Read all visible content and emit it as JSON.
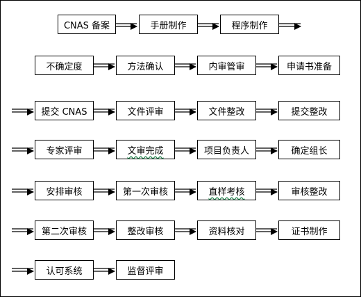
{
  "steps": [
    "CNAS 备案",
    "手册制作",
    "程序制作",
    "不确定度",
    "方法确认",
    "内审管审",
    "申请书准备",
    "提交 CNAS",
    "文件评审",
    "文件整改",
    "提交整改",
    "专家评审",
    "文审完成",
    "项目负责人",
    "确定组长",
    "安排审核",
    "第一次审核",
    "直样考核",
    "审核整改",
    "第二次审核",
    "整改审核",
    "资料核对",
    "证书制作",
    "认可系统",
    "监督评审"
  ]
}
